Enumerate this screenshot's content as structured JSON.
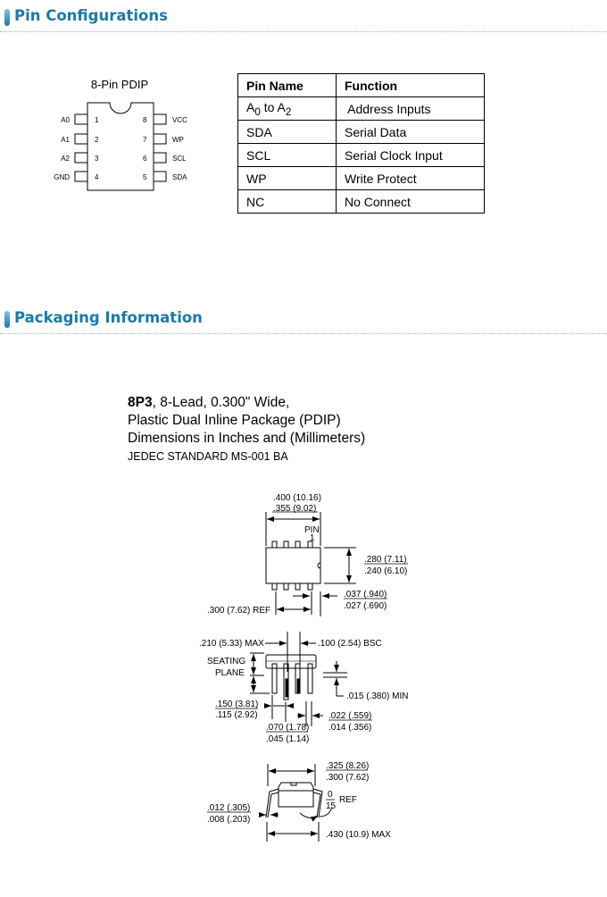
{
  "sections": {
    "pin_config": "Pin Configurations",
    "packaging": "Packaging Information"
  },
  "pinout": {
    "title": "8-Pin PDIP",
    "left": [
      {
        "name": "A0",
        "num": "1"
      },
      {
        "name": "A1",
        "num": "2"
      },
      {
        "name": "A2",
        "num": "3"
      },
      {
        "name": "GND",
        "num": "4"
      }
    ],
    "right": [
      {
        "name": "VCC",
        "num": "8"
      },
      {
        "name": "WP",
        "num": "7"
      },
      {
        "name": "SCL",
        "num": "6"
      },
      {
        "name": "SDA",
        "num": "5"
      }
    ]
  },
  "table": {
    "headers": [
      "Pin Name",
      "Function"
    ],
    "row0": {
      "pin_a": "A",
      "sub0": "0",
      "to": " to A",
      "sub2": "2",
      "func": " Address Inputs"
    },
    "rows": [
      [
        "SDA",
        "Serial Data"
      ],
      [
        "SCL",
        "Serial Clock Input"
      ],
      [
        "WP",
        "Write Protect"
      ],
      [
        "NC",
        "No Connect"
      ]
    ]
  },
  "package": {
    "code": "8P3",
    "line1": ", 8-Lead, 0.300\" Wide,",
    "line2": "Plastic Dual Inline Package (PDIP)",
    "line3": "Dimensions in Inches and (Millimeters)",
    "line4": "JEDEC STANDARD MS-001 BA"
  },
  "dims": {
    "top_w1": ".400 (10.16)",
    "top_w2": ".355 (9.02)",
    "pin": "PIN",
    "pin1": "1",
    "h1": ".280 (7.11)",
    "h2": ".240 (6.10)",
    "lw1": ".037 (.940)",
    "lw2": ".027 (.690)",
    "ref": ".300 (7.62) REF",
    "max_h": ".210 (5.33) MAX",
    "bsc": ".100 (2.54) BSC",
    "seating": "SEATING",
    "plane": "PLANE",
    "min": ".015 (.380) MIN",
    "ll1": ".150 (3.81)",
    "ll2": ".115 (2.92)",
    "lt1": ".022 (.559)",
    "lt2": ".014 (.356)",
    "sh1": ".070 (1.78)",
    "sh2": ".045 (1.14)",
    "ew1": ".325 (8.26)",
    "ew2": ".300 (7.62)",
    "ang0": "0",
    "ang15": "15",
    "angref": "REF",
    "th1": ".012 (.305)",
    "th2": ".008 (.203)",
    "max_w": ".430 (10.9) MAX"
  }
}
